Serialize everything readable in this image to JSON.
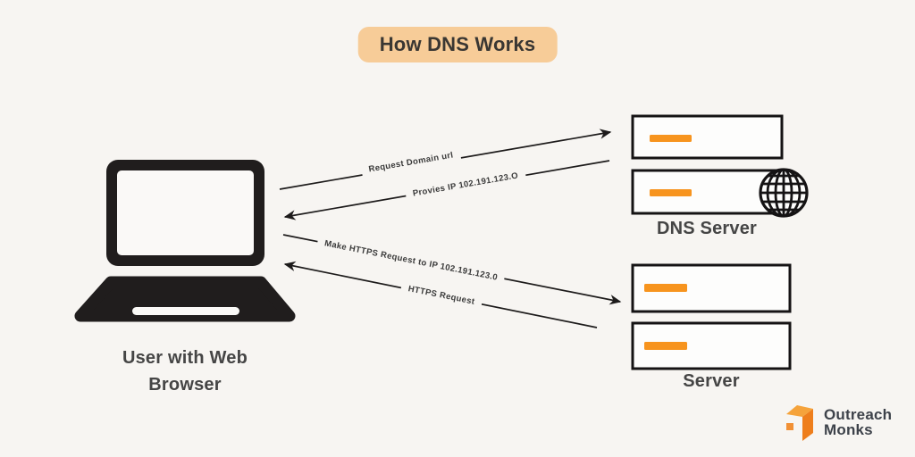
{
  "title": "How DNS Works",
  "colors": {
    "background": "#f7f5f2",
    "badge_background": "#f7cc98",
    "accent_orange": "#f7941e",
    "line_color": "#1d1b1b",
    "text_dark": "#3a3a3a",
    "logo_orange_light": "#f5a33b",
    "logo_orange_dark": "#ee7e1c",
    "logo_text": "#3d424a"
  },
  "nodes": {
    "user": {
      "label": "User with Web Browser",
      "icon": "laptop-icon"
    },
    "dns_server": {
      "label": "DNS Server",
      "icon": "server-stack-icon, globe-icon"
    },
    "server": {
      "label": "Server",
      "icon": "server-stack-icon"
    }
  },
  "arrows": [
    {
      "label": "Request Domain url",
      "from": "user",
      "to": "dns_server"
    },
    {
      "label": "Provies IP 102.191.123.O",
      "from": "dns_server",
      "to": "user"
    },
    {
      "label": "Make HTTPS Request to IP 102.191.123.0",
      "from": "user",
      "to": "server"
    },
    {
      "label": "HTTPS Request",
      "from": "server",
      "to": "user"
    }
  ],
  "logo": {
    "line1": "Outreach",
    "line2": "Monks",
    "icon": "cube-icon"
  }
}
